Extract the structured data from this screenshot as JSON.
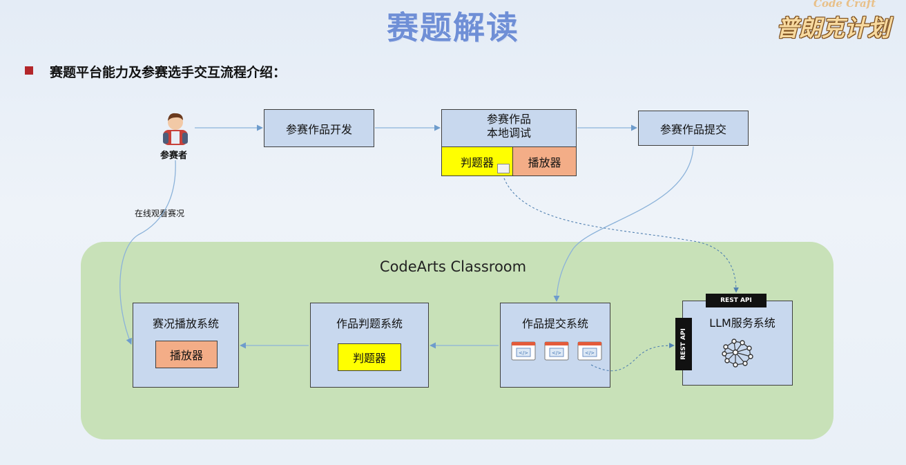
{
  "header": {
    "title": "赛题解读",
    "subtitle": "赛题平台能力及参赛选手交互流程介绍："
  },
  "logo": {
    "en": "Code Craft",
    "cn": "普朗克计划"
  },
  "participant": {
    "label": "参赛者"
  },
  "flow": {
    "develop": "参赛作品开发",
    "local_debug_line1": "参赛作品",
    "local_debug_line2": "本地调试",
    "judge": "判题器",
    "player": "播放器",
    "submit": "参赛作品提交"
  },
  "watch_label": "在线观看赛况",
  "classroom": {
    "title": "CodeArts Classroom",
    "broadcast_system": "赛况播放系统",
    "broadcast_player": "播放器",
    "judge_system": "作品判题系统",
    "judge_engine": "判题器",
    "submit_system": "作品提交系统",
    "llm_system": "LLM服务系统",
    "rest_api_top": "REST API",
    "rest_api_side": "REST API"
  },
  "colors": {
    "accent_title": "#6f8fd6",
    "bullet": "#b3262a",
    "box_fill": "#c8d8ee",
    "judge_fill": "#ffff00",
    "player_fill": "#f3ad87",
    "classroom_fill": "#c6dfb4"
  }
}
